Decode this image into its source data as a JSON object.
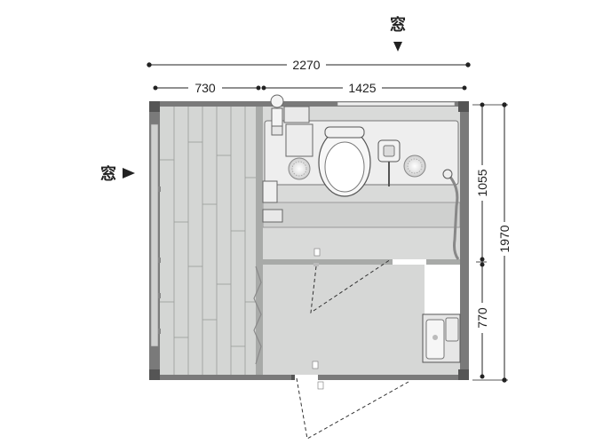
{
  "dimensions": {
    "total_width": "2270",
    "left_room_width": "730",
    "right_room_width": "1425",
    "total_depth": "1970",
    "upper_depth": "1055",
    "lower_depth": "770"
  },
  "window_labels": {
    "top": "窓",
    "left": "窓"
  },
  "colors": {
    "wall": "#7a7a7a",
    "floor_wood": "#d4d6d4",
    "floor_tile": "#d9dad9",
    "fixture": "#f2f2f2",
    "line": "#555555"
  }
}
